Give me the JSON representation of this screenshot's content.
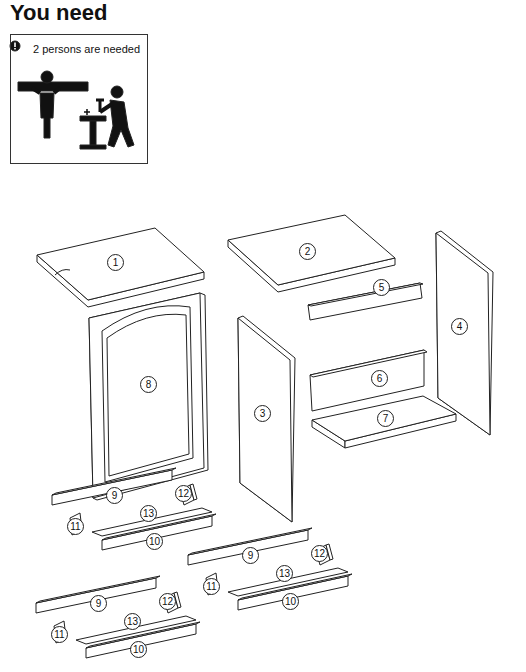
{
  "diagram": {
    "title": "You need",
    "nodes": [
      {
        "text": [
          "2 persons are needed"
        ]
      }
    ],
    "labels": [
      "1",
      "2",
      "5",
      "4",
      "8",
      "3",
      "6",
      "7",
      "9",
      "12",
      "11",
      "13",
      "10",
      "9",
      "12",
      "11",
      "13",
      "10",
      "9",
      "12",
      "11",
      "13",
      "10"
    ]
  }
}
